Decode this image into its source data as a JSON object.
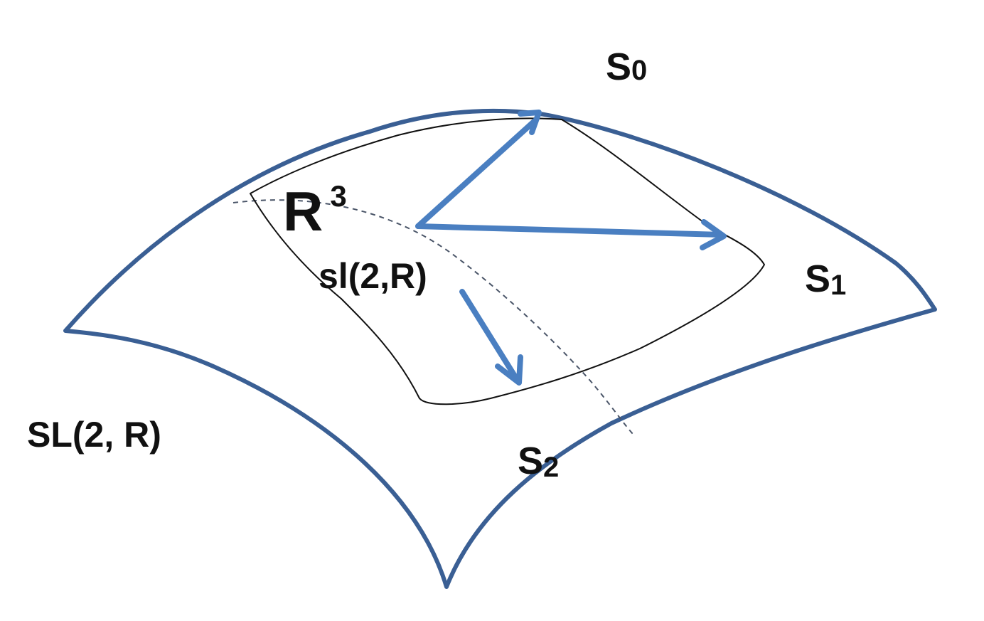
{
  "diagram": {
    "labels": {
      "s0": "S",
      "s0_sub": "0",
      "s1": "S",
      "s1_sub": "1",
      "s2": "S",
      "s2_sub": "2",
      "r3": "R",
      "r3_sup": "3",
      "lie_algebra": "sl(2,R)",
      "lie_group": "SL(2, R)"
    },
    "colors": {
      "manifold_outline": "#3a5f94",
      "vector": "#4a7fc1",
      "tangent_plane": "#111111",
      "curve": "#4a5568",
      "text": "#111111"
    }
  }
}
